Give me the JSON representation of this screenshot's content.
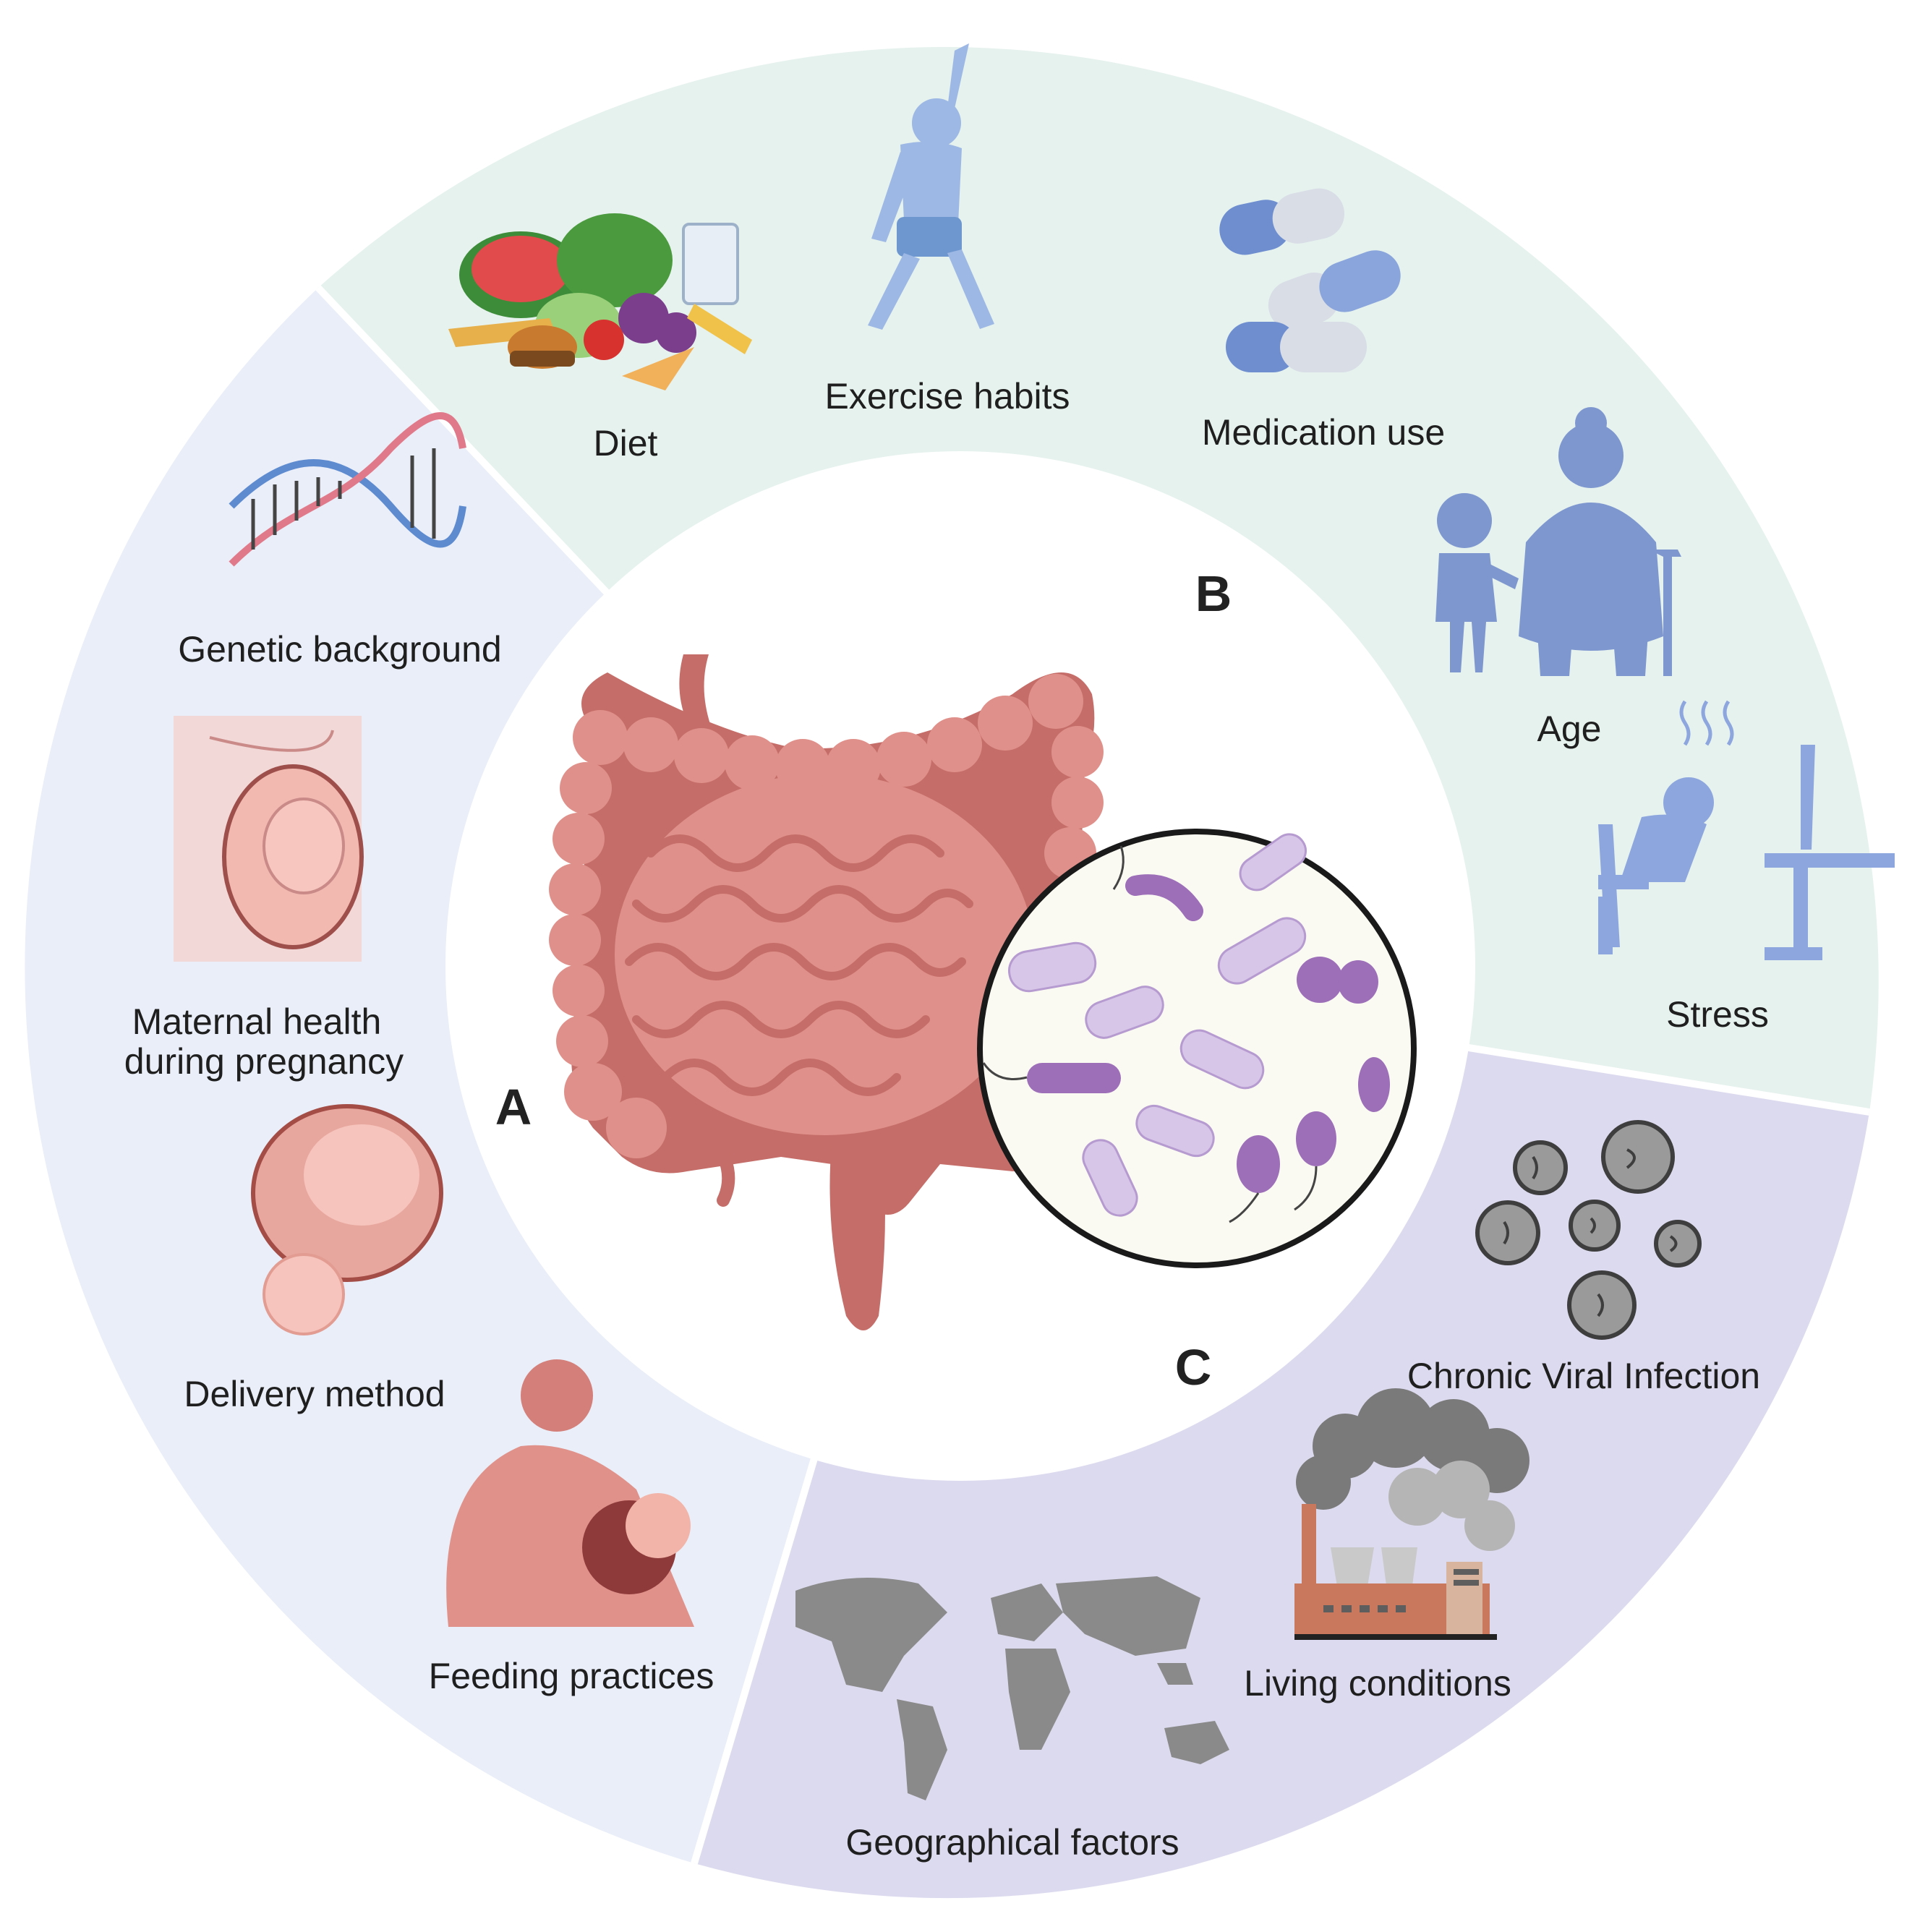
{
  "sections": {
    "A": "A",
    "B": "B",
    "C": "C"
  },
  "colors": {
    "section_a_bg": "#E9EEF8",
    "section_b_bg": "#E6F2EE",
    "section_c_bg": "#DCDAEE",
    "gut": "#E0908A",
    "gut_dark": "#C56E69",
    "bacteria_light": "#D8C6E8",
    "bacteria_dark": "#9C6FB8",
    "icon_blue": "#7E97CF",
    "icon_pink": "#E8A79D",
    "icon_grey": "#8A8A8A"
  },
  "factors": {
    "diet": "Diet",
    "exercise": "Exercise habits",
    "medication": "Medication use",
    "age": "Age",
    "stress": "Stress",
    "genetic": "Genetic background",
    "maternal_line1": "Maternal health",
    "maternal_line2": "during pregnancy",
    "delivery": "Delivery method",
    "feeding": "Feeding practices",
    "viral": "Chronic Viral Infection",
    "living": "Living conditions",
    "geographical": "Geographical factors"
  },
  "icons": {
    "diet": "food-icon",
    "exercise": "stretching-person-icon",
    "medication": "capsule-pills-icon",
    "age": "elderly-and-child-icon",
    "stress": "stressed-worker-icon",
    "genetic": "dna-helix-icon",
    "maternal": "pregnant-belly-icon",
    "delivery": "birth-icon",
    "feeding": "breastfeeding-icon",
    "viral": "virus-particles-icon",
    "living": "factory-smoke-icon",
    "geographical": "world-map-icon",
    "gut": "intestine-icon",
    "microbiome": "bacteria-magnifier-icon"
  }
}
